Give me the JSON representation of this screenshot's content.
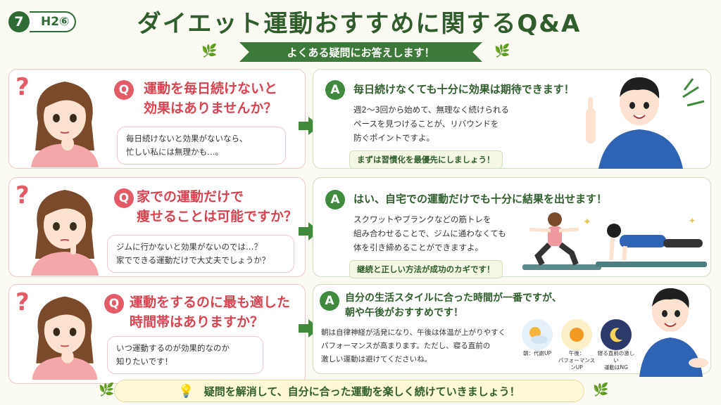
{
  "header": {
    "number": "7",
    "section": "H2⑥",
    "title": "ダイエット運動おすすめに関するQ&A",
    "subtitle": "よくある疑問にお答えします！"
  },
  "qa": [
    {
      "question_mark": "?",
      "q_label": "Q",
      "question_line1": "運動を毎日続けないと",
      "question_line2": "効果はありませんか？",
      "bubble_line1": "毎日続けないと効果がないなら、",
      "bubble_line2": "忙しい私には無理かも…。",
      "a_label": "A",
      "answer_title": "毎日続けなくても十分に効果は期待できます！",
      "body_line1": "週2〜3回から始めて、無理なく続けられる",
      "body_line2": "ペースを見つけることが、リバウンドを",
      "body_line3": "防ぐポイントですよ。",
      "tip": "まずは習慣化を最優先にしましょう！"
    },
    {
      "question_mark": "?",
      "q_label": "Q",
      "question_line1": "家での運動だけで",
      "question_line2": "痩せることは可能ですか？",
      "bubble_line1": "ジムに行かないと効果がないのでは…？",
      "bubble_line2": "家でできる運動だけで大丈夫でしょうか？",
      "a_label": "A",
      "answer_title": "はい、自宅での運動だけでも十分に結果を出せます！",
      "body_line1": "スクワットやプランクなどの筋トレを",
      "body_line2": "組み合わせることで、ジムに通わなくても",
      "body_line3": "体を引き締めることができますよ。",
      "tip": "継続と正しい方法が成功のカギです！"
    },
    {
      "question_mark": "?",
      "q_label": "Q",
      "question_line1": "運動をするのに最も適した",
      "question_line2": "時間帯はありますか？",
      "bubble_line1": "いつ運動するのが効果的なのか",
      "bubble_line2": "知りたいです！",
      "a_label": "A",
      "answer_title_line1": "自分の生活スタイルに合った時間が一番ですが、",
      "answer_title_line2": "朝や午後がおすすめです！",
      "body_line1": "朝は自律神経が活発になり、午後は体温が上がりやすく",
      "body_line2": "パフォーマンスが高まります。ただし、寝る直前の",
      "body_line3": "激しい運動は避けてくださいね。",
      "times": [
        {
          "icon": "sun-cloud-icon",
          "caption": "朝：代謝UP"
        },
        {
          "icon": "sun-icon",
          "caption_line1": "午後：",
          "caption_line2": "パフォーマンス",
          "caption_line3": "ンUP"
        },
        {
          "icon": "moon-icon",
          "caption_line1": "寝る直前の激しい",
          "caption_line2": "運動はNG"
        }
      ]
    }
  ],
  "footer": {
    "text": "疑問を解消して、自分に合った運動を楽しく続けていきましょう！"
  },
  "colors": {
    "green_dark": "#2f5e2c",
    "green": "#3f8a3d",
    "pink": "#e25b66",
    "background": "#fbfaf3"
  }
}
